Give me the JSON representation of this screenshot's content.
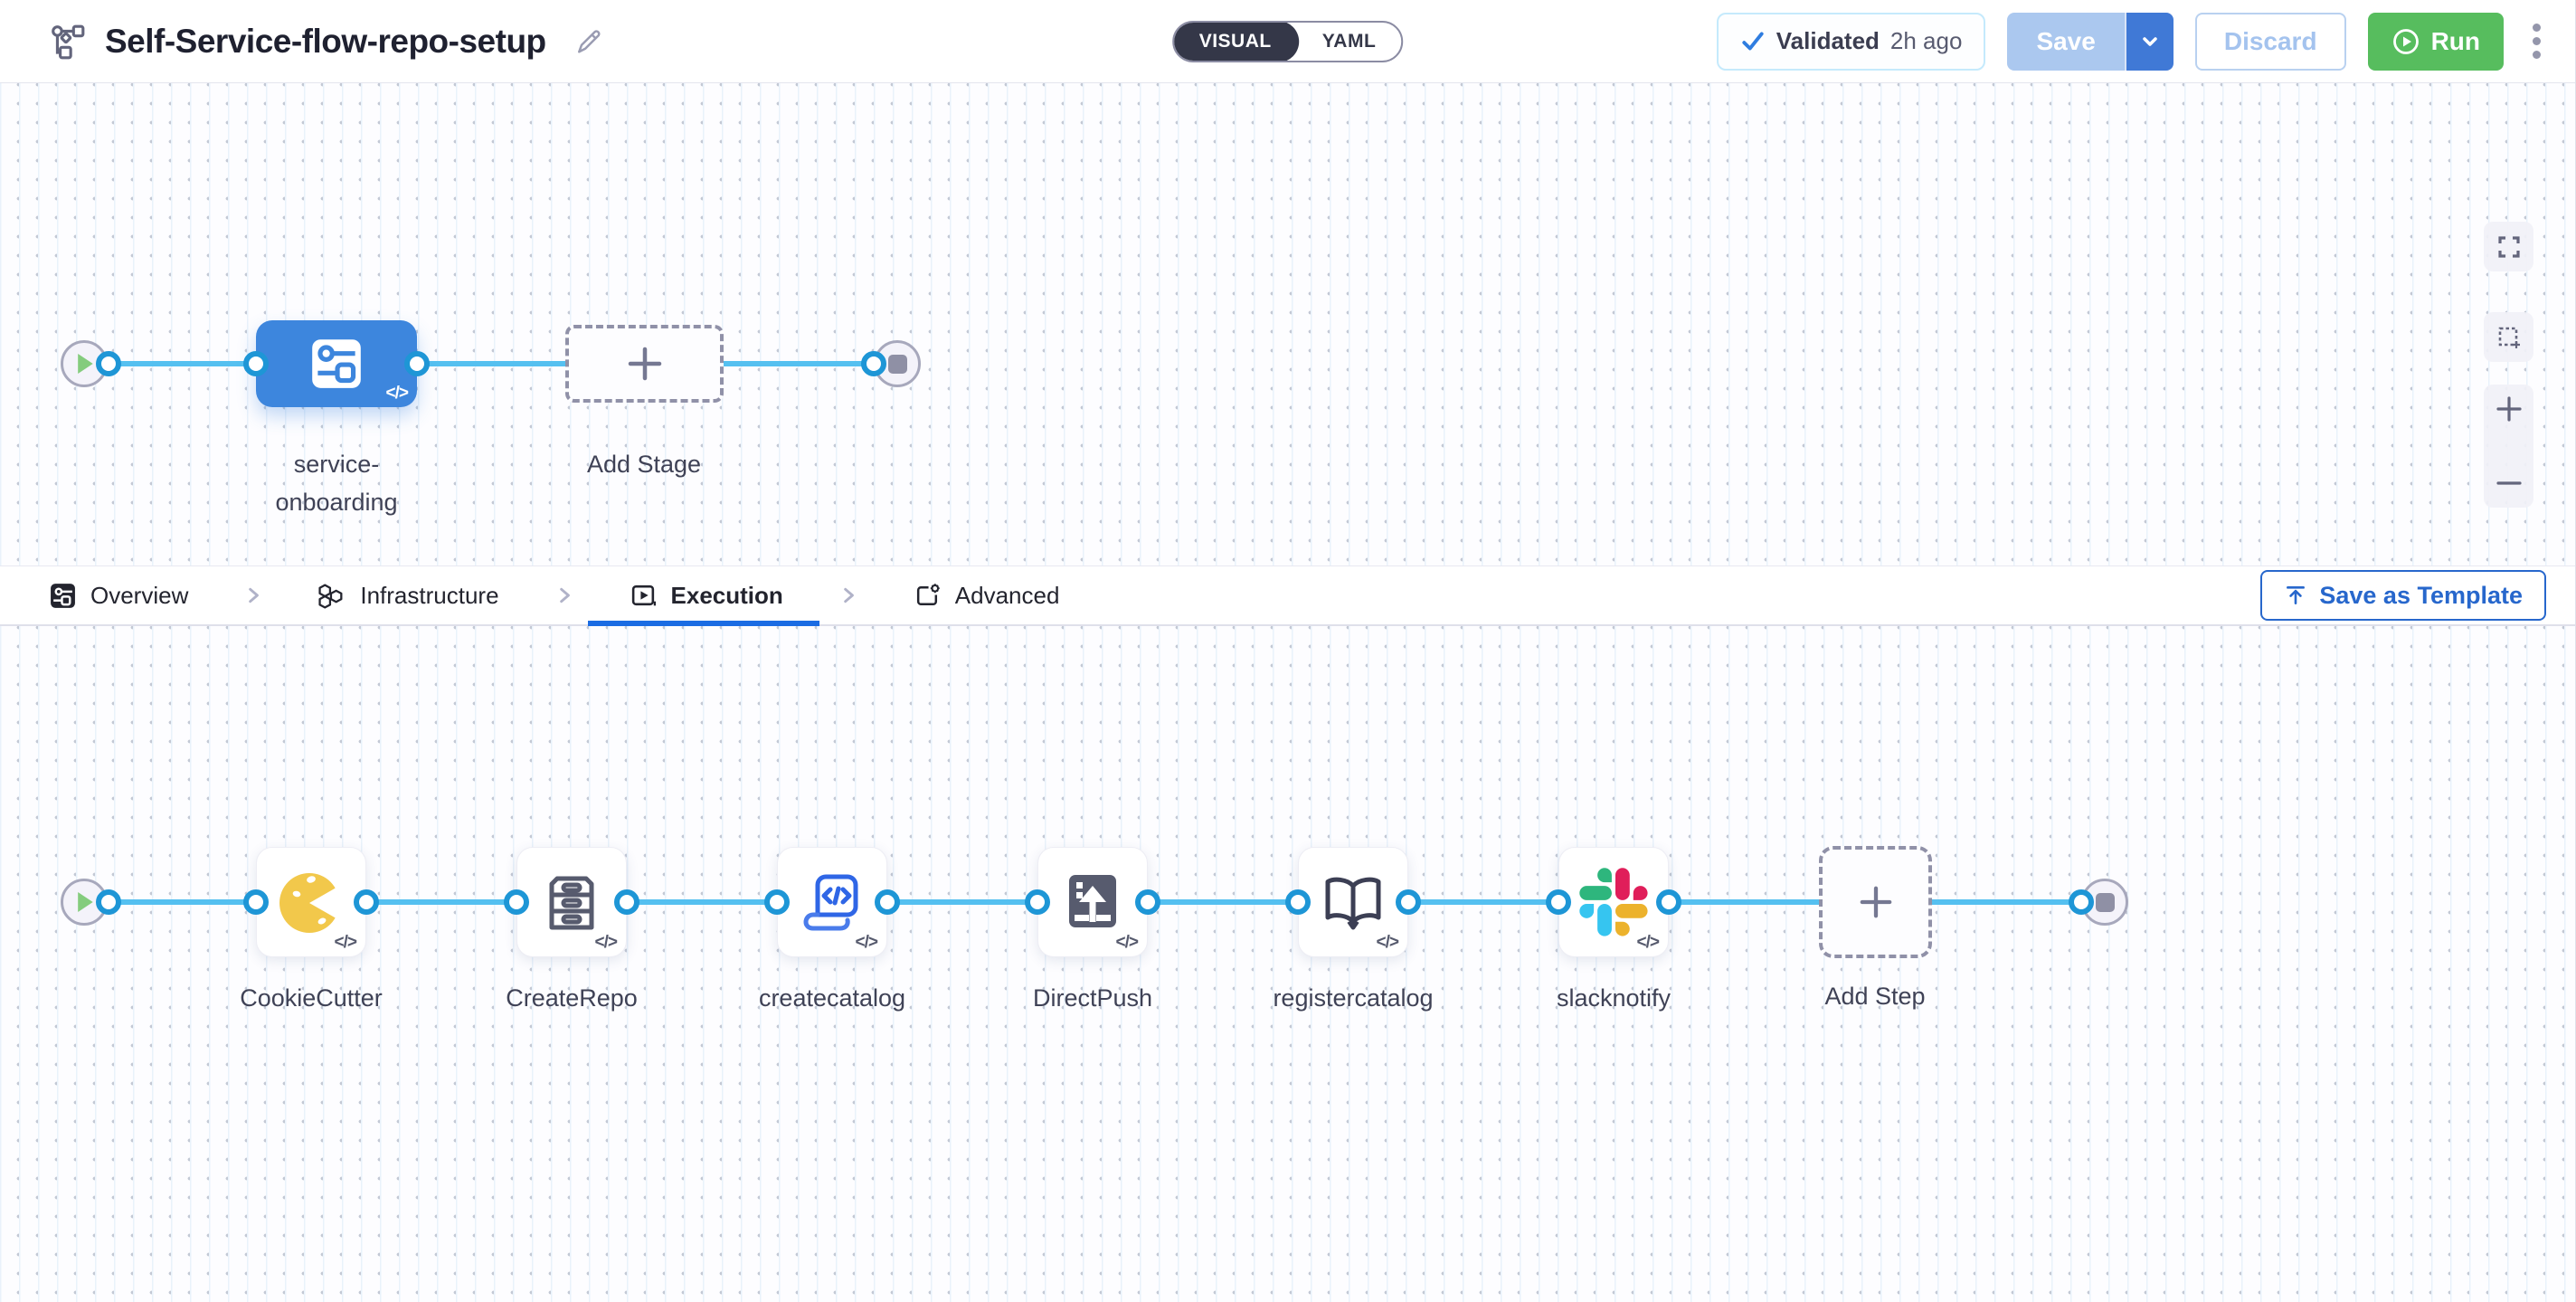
{
  "header": {
    "title": "Self-Service-flow-repo-setup",
    "mode_toggle": {
      "options": [
        "VISUAL",
        "YAML"
      ],
      "selected": "VISUAL"
    },
    "validation_badge": {
      "label": "Validated",
      "time": "2h ago"
    },
    "save_label": "Save",
    "discard_label": "Discard",
    "run_label": "Run"
  },
  "stage_canvas": {
    "stage_name": "service-onboarding",
    "add_stage_label": "Add Stage"
  },
  "tab_bar": {
    "tabs": [
      {
        "label": "Overview",
        "active": false
      },
      {
        "label": "Infrastructure",
        "active": false
      },
      {
        "label": "Execution",
        "active": true
      },
      {
        "label": "Advanced",
        "active": false
      }
    ],
    "save_as_template_label": "Save as Template"
  },
  "execution_canvas": {
    "steps": [
      {
        "name": "CookieCutter"
      },
      {
        "name": "CreateRepo"
      },
      {
        "name": "createcatalog"
      },
      {
        "name": "DirectPush"
      },
      {
        "name": "registercatalog"
      },
      {
        "name": "slacknotify"
      }
    ],
    "add_step_label": "Add Step"
  },
  "icons": {
    "code_badge": "</>"
  },
  "colors": {
    "primary_blue": "#1b6ce3",
    "stage_node_blue": "#3d86dd",
    "connector_line_blue": "#55c0f0",
    "connector_ring_blue": "#1e96d6",
    "run_green": "#57bd5e",
    "save_disabled_blue": "#abc8ef",
    "validated_check_blue": "#2f7de0",
    "toggle_dark": "#343748",
    "slack_blue": "#36C5F0",
    "slack_green": "#2EB67D",
    "slack_red": "#E01E5A",
    "slack_yellow": "#ECB22C",
    "cookie_yellow": "#f2c84b",
    "step_icon_gray": "#575b6e"
  }
}
